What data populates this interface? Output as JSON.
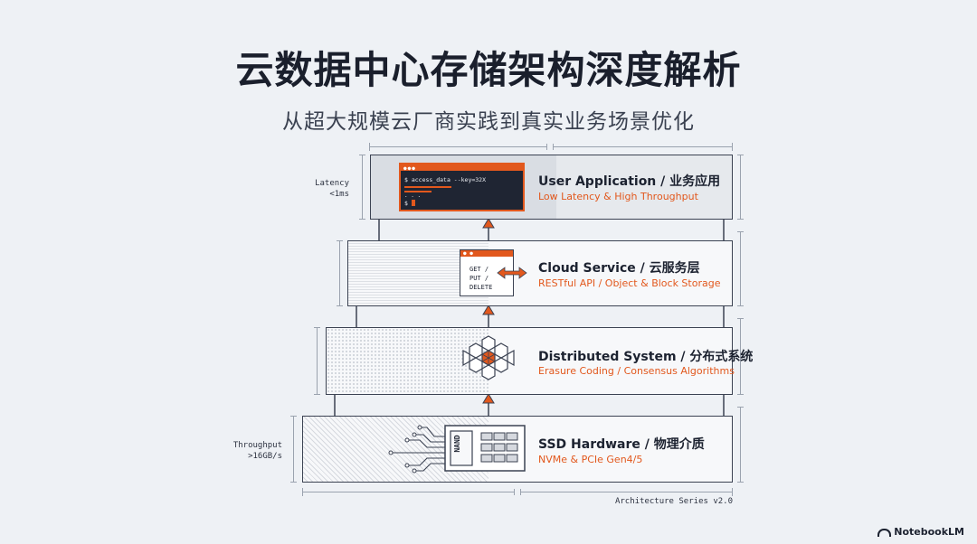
{
  "header": {
    "title": "云数据中心存储架构深度解析",
    "subtitle": "从超大规模云厂商实践到真实业务场景优化"
  },
  "layers": [
    {
      "title": "User Application / 业务应用",
      "subtitle": "Low Latency & High Throughput"
    },
    {
      "title": "Cloud Service / 云服务层",
      "subtitle": "RESTful API / Object & Block Storage"
    },
    {
      "title": "Distributed System / 分布式系统",
      "subtitle": "Erasure Coding / Consensus Algorithms"
    },
    {
      "title": "SSD Hardware / 物理介质",
      "subtitle": "NVMe & PCIe Gen4/5"
    }
  ],
  "terminal": {
    "dots": "●●●",
    "command": "$ access_data --key=32X",
    "ellipsis": ". . .",
    "prompt": "$"
  },
  "api": {
    "dots": "● ●",
    "methods": [
      "GET /",
      "PUT /",
      "DELETE"
    ]
  },
  "chip": {
    "label": "NAND"
  },
  "side_labels": {
    "latency": [
      "Latency",
      "<1ms"
    ],
    "throughput": [
      "Throughput",
      ">16GB/s"
    ]
  },
  "footer": {
    "series": "Architecture Series v2.0",
    "brand": "NotebookLM"
  },
  "colors": {
    "accent": "#e2581d",
    "ink": "#1c2230",
    "background": "#eef1f5"
  }
}
